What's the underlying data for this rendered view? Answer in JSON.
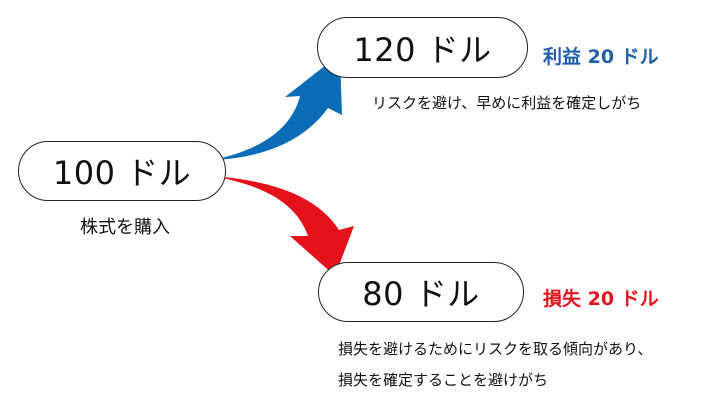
{
  "nodes": {
    "start": {
      "amount": "100 ドル",
      "caption": "株式を購入"
    },
    "up": {
      "amount": "120 ドル",
      "result": "利益 20 ドル",
      "note": "リスクを避け、早めに利益を確定しがち"
    },
    "down": {
      "amount": "80 ドル",
      "result": "損失 20 ドル",
      "note_lines": [
        "損失を避けるためにリスクを取る傾向があり、",
        "損失を確定することを避けがち"
      ]
    }
  },
  "colors": {
    "profit": "#1f5fa8",
    "loss": "#e3131b",
    "arrow_up": "#0b6cb8",
    "arrow_down": "#e5121b",
    "border": "#222222"
  }
}
